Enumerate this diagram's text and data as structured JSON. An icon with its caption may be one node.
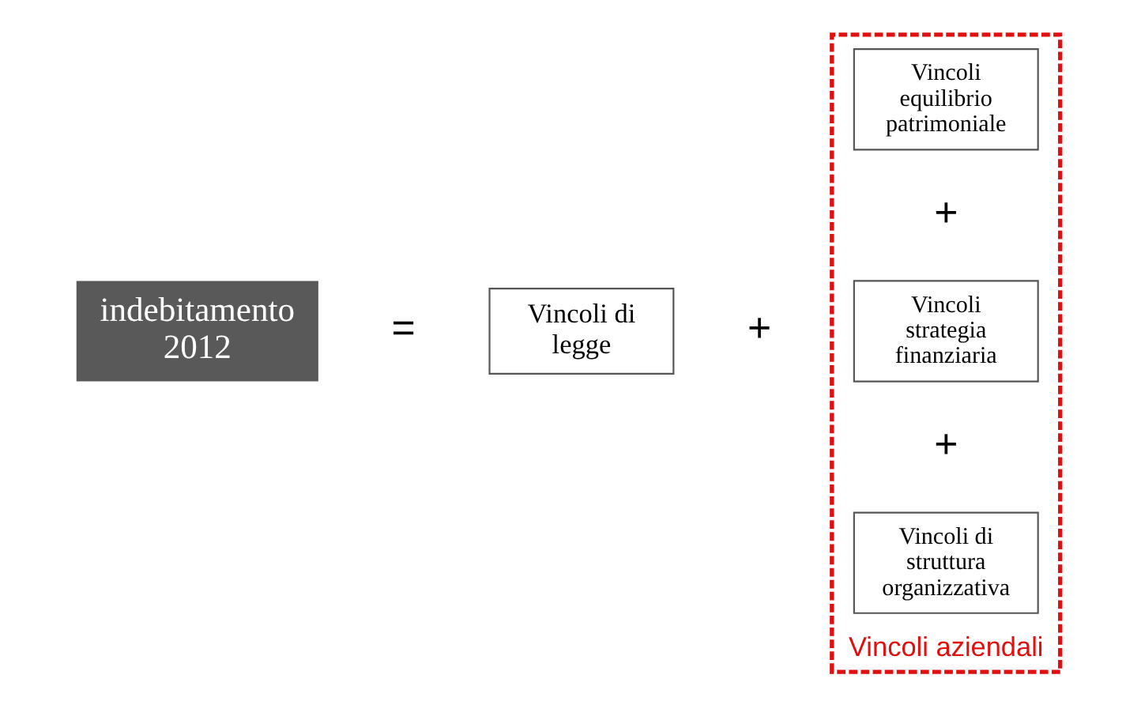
{
  "diagram": {
    "nodes": [
      {
        "text": [
          "indebitamento 2012"
        ]
      },
      {
        "text": [
          "Vincoli di legge"
        ]
      },
      {
        "text": [
          "Vincoli aziendali"
        ]
      },
      {
        "text": [
          "Vincoli di struttura organizzativa"
        ],
        "in": 2
      },
      {
        "text": [
          "Vincoli strategia finanziaria"
        ],
        "in": 2
      },
      {
        "text": [
          "Vincoli equilibrio patrimoniale"
        ],
        "in": 2
      }
    ],
    "edges": [],
    "labels": [
      "=",
      "+",
      "+",
      "+"
    ]
  }
}
